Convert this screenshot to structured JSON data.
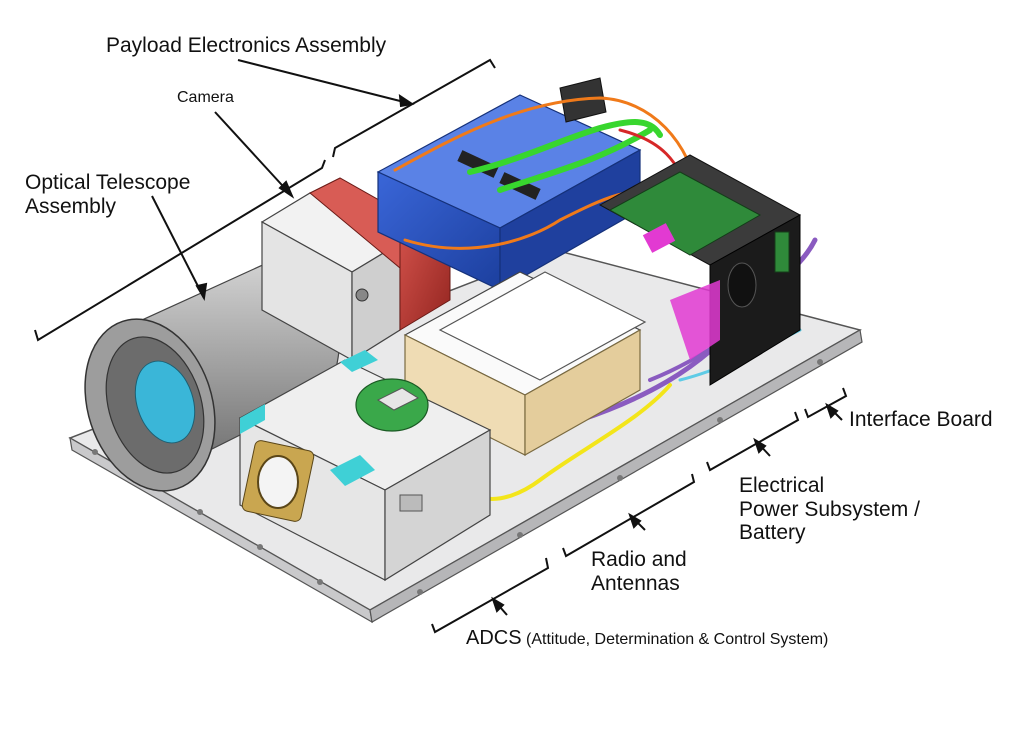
{
  "labels": {
    "payload_electronics": "Payload Electronics Assembly",
    "camera": "Camera",
    "optical_telescope": "Optical Telescope\nAssembly",
    "interface_board": "Interface Board",
    "eps": "Electrical\nPower Subsystem /\nBattery",
    "radio": "Radio and\nAntennas",
    "adcs": "ADCS",
    "adcs_detail": "(Attitude, Determination & Control System)"
  },
  "colors": {
    "ink": "#111111",
    "payload_box": "#2a55c8",
    "harness_green": "#38d62e",
    "harness_orange": "#f07a1a",
    "harness_yellow": "#f3e51a",
    "harness_purple": "#8a5bc0",
    "camera_red": "#c8352f",
    "adcs_cyan": "#3fd0d6",
    "radio_board": "#efdcb4",
    "pcb_green": "#2f8a3a",
    "magenta": "#e23ad2",
    "telescope_gray": "#a7a7a7"
  }
}
